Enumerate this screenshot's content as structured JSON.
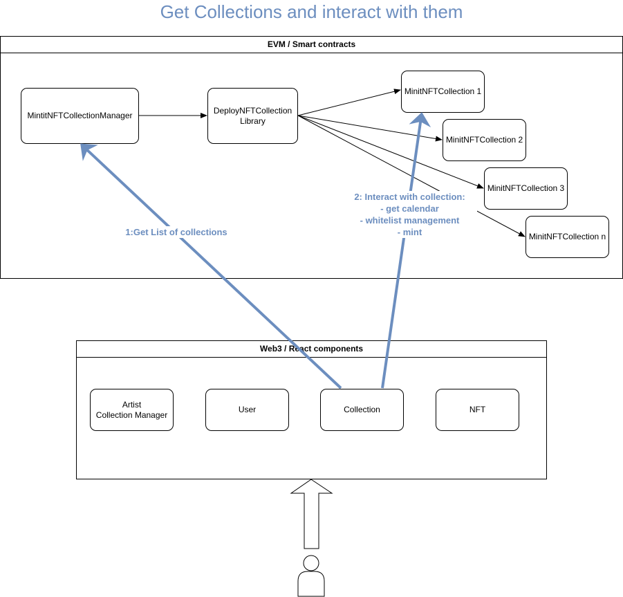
{
  "title": "Get Collections and interact with them",
  "containers": {
    "evm": "EVM / Smart contracts",
    "web3": "Web3 / React components"
  },
  "nodes": {
    "manager": "MintitNFTCollectionManager",
    "library": "DeployNFTCollection\nLibrary",
    "collection1": "MinitNFTCollection 1",
    "collection2": "MinitNFTCollection 2",
    "collection3": "MinitNFTCollection 3",
    "collectionN": "MinitNFTCollection n",
    "artist": "Artist\nCollection Manager",
    "user": "User",
    "collection": "Collection",
    "nft": "NFT"
  },
  "labels": {
    "get_list": "1:Get List of collections",
    "interact": "2: Interact with collection:\n- get calendar\n- whitelist management\n- mint"
  },
  "colors": {
    "accent": "#6c8ebf"
  }
}
